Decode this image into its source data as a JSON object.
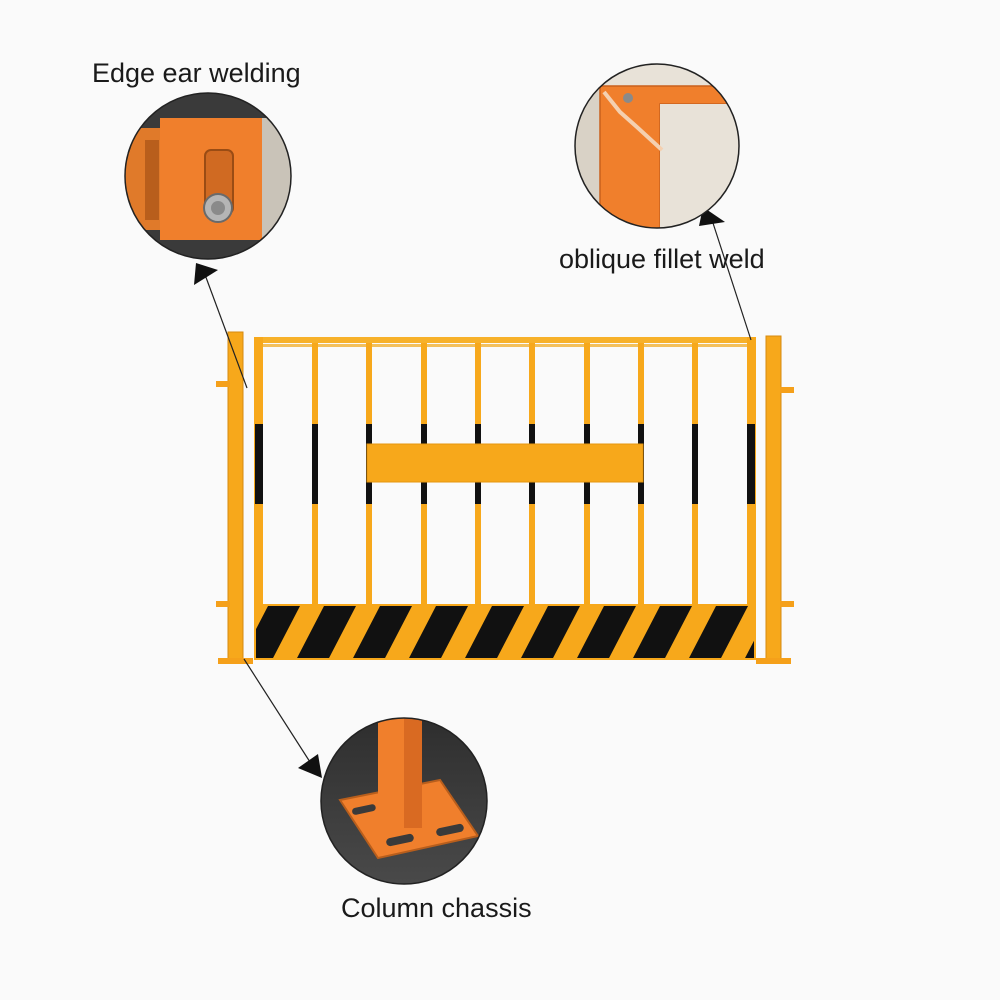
{
  "callouts": {
    "edge_ear": {
      "label": "Edge ear welding"
    },
    "fillet_weld": {
      "label": "oblique fillet weld"
    },
    "chassis": {
      "label": "Column chassis"
    }
  },
  "colors": {
    "fence_yellow": "#f7a81b",
    "fence_orange": "#f18a22",
    "stripe_black": "#111111",
    "callout_line": "#222222",
    "closeup_dark": "#3c3c3c",
    "closeup_orange": "#f07f2c"
  },
  "fence": {
    "bars": 10,
    "stripe_count": 9
  }
}
